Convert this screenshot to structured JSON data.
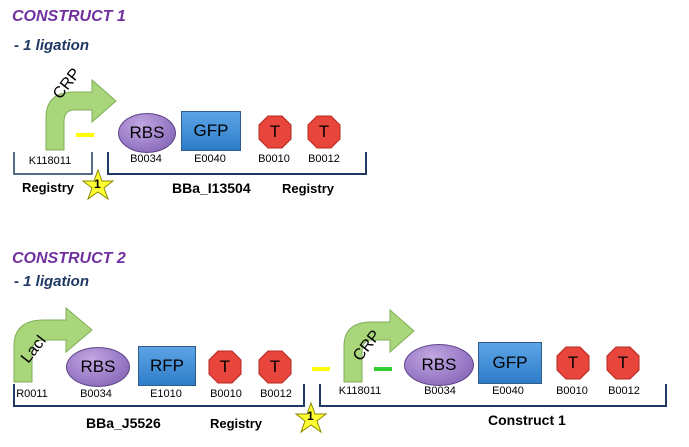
{
  "construct1": {
    "title": "CONSTRUCT 1",
    "ligation": "- 1 ligation",
    "promoter": "CRP",
    "rbs": "RBS",
    "gene": "GFP",
    "term1": "T",
    "term2": "T",
    "codes": [
      "K118011",
      "B0034",
      "E0040",
      "B0010",
      "B0012"
    ],
    "left_label": "Registry",
    "star": "1",
    "device_name": "BBa_I13504",
    "right_label": "Registry"
  },
  "construct2": {
    "title": "CONSTRUCT 2",
    "ligation": "- 1 ligation",
    "promoter_left": "LacI",
    "rbs_left": "RBS",
    "gene_left": "RFP",
    "term1_left": "T",
    "term2_left": "T",
    "codes_left": [
      "R0011",
      "B0034",
      "E1010",
      "B0010",
      "B0012"
    ],
    "device_name": "BBa_J5526",
    "left_registry": "Registry",
    "star": "1",
    "promoter_right": "CRP",
    "rbs_right": "RBS",
    "gene_right": "GFP",
    "term1_right": "T",
    "term2_right": "T",
    "codes_right": [
      "K118011",
      "B0034",
      "E0040",
      "B0010",
      "B0012"
    ],
    "right_label": "Construct 1"
  },
  "colors": {
    "title": "#7030a0",
    "ligation": "#1f3864",
    "promoter_arrow": "#a9d67a",
    "rbs": "#9b7cc8",
    "gene_box": "#3d8fd8",
    "terminator": "#e8453c",
    "spacer_yellow": "#ffff00",
    "spacer_green": "#33cc33",
    "bracket": "#1f3864",
    "star": "#ffff33"
  }
}
